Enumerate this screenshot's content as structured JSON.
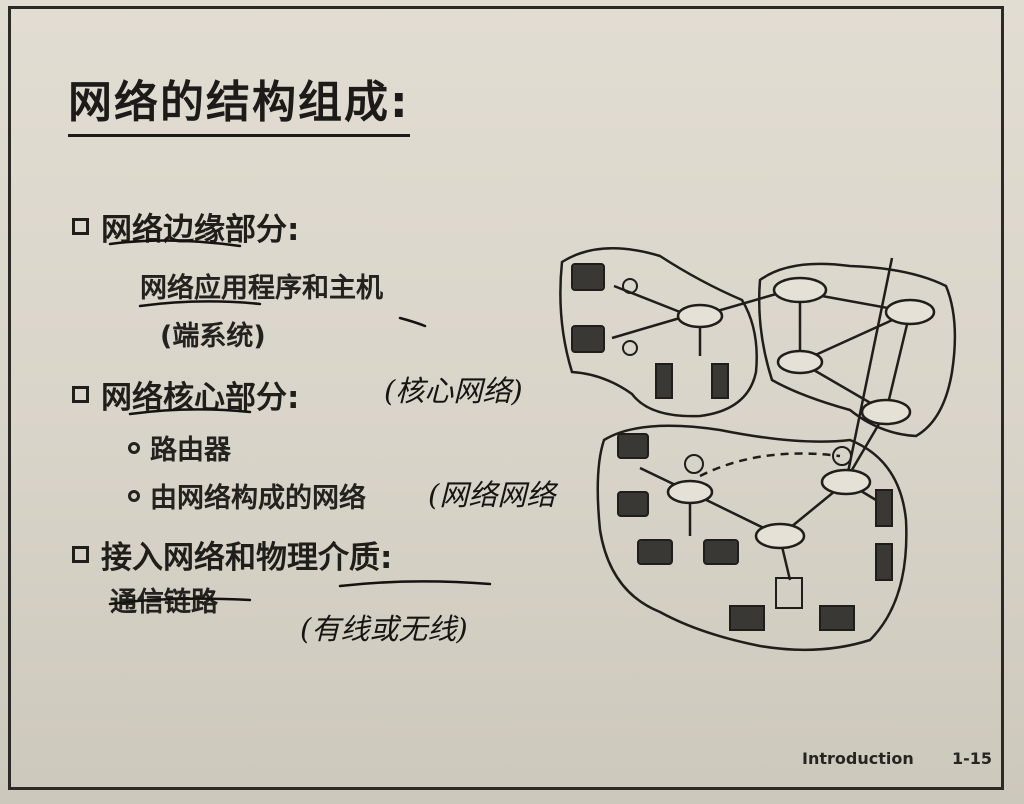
{
  "slide": {
    "title": "网络的结构组成:",
    "edge": {
      "label": "网络边缘部分:",
      "detail": "网络应用程序和主机",
      "detail2": "(端系统)"
    },
    "core": {
      "label": "网络核心部分:",
      "note": "(核心网络)",
      "items": [
        "路由器",
        "由网络构成的网络"
      ],
      "item_note": "(网络网络"
    },
    "access": {
      "label": "接入网络和物理介质:",
      "detail": "通信链路",
      "note": "(有线或无线)"
    },
    "footer": {
      "section": "Introduction",
      "page": "1-15"
    }
  }
}
